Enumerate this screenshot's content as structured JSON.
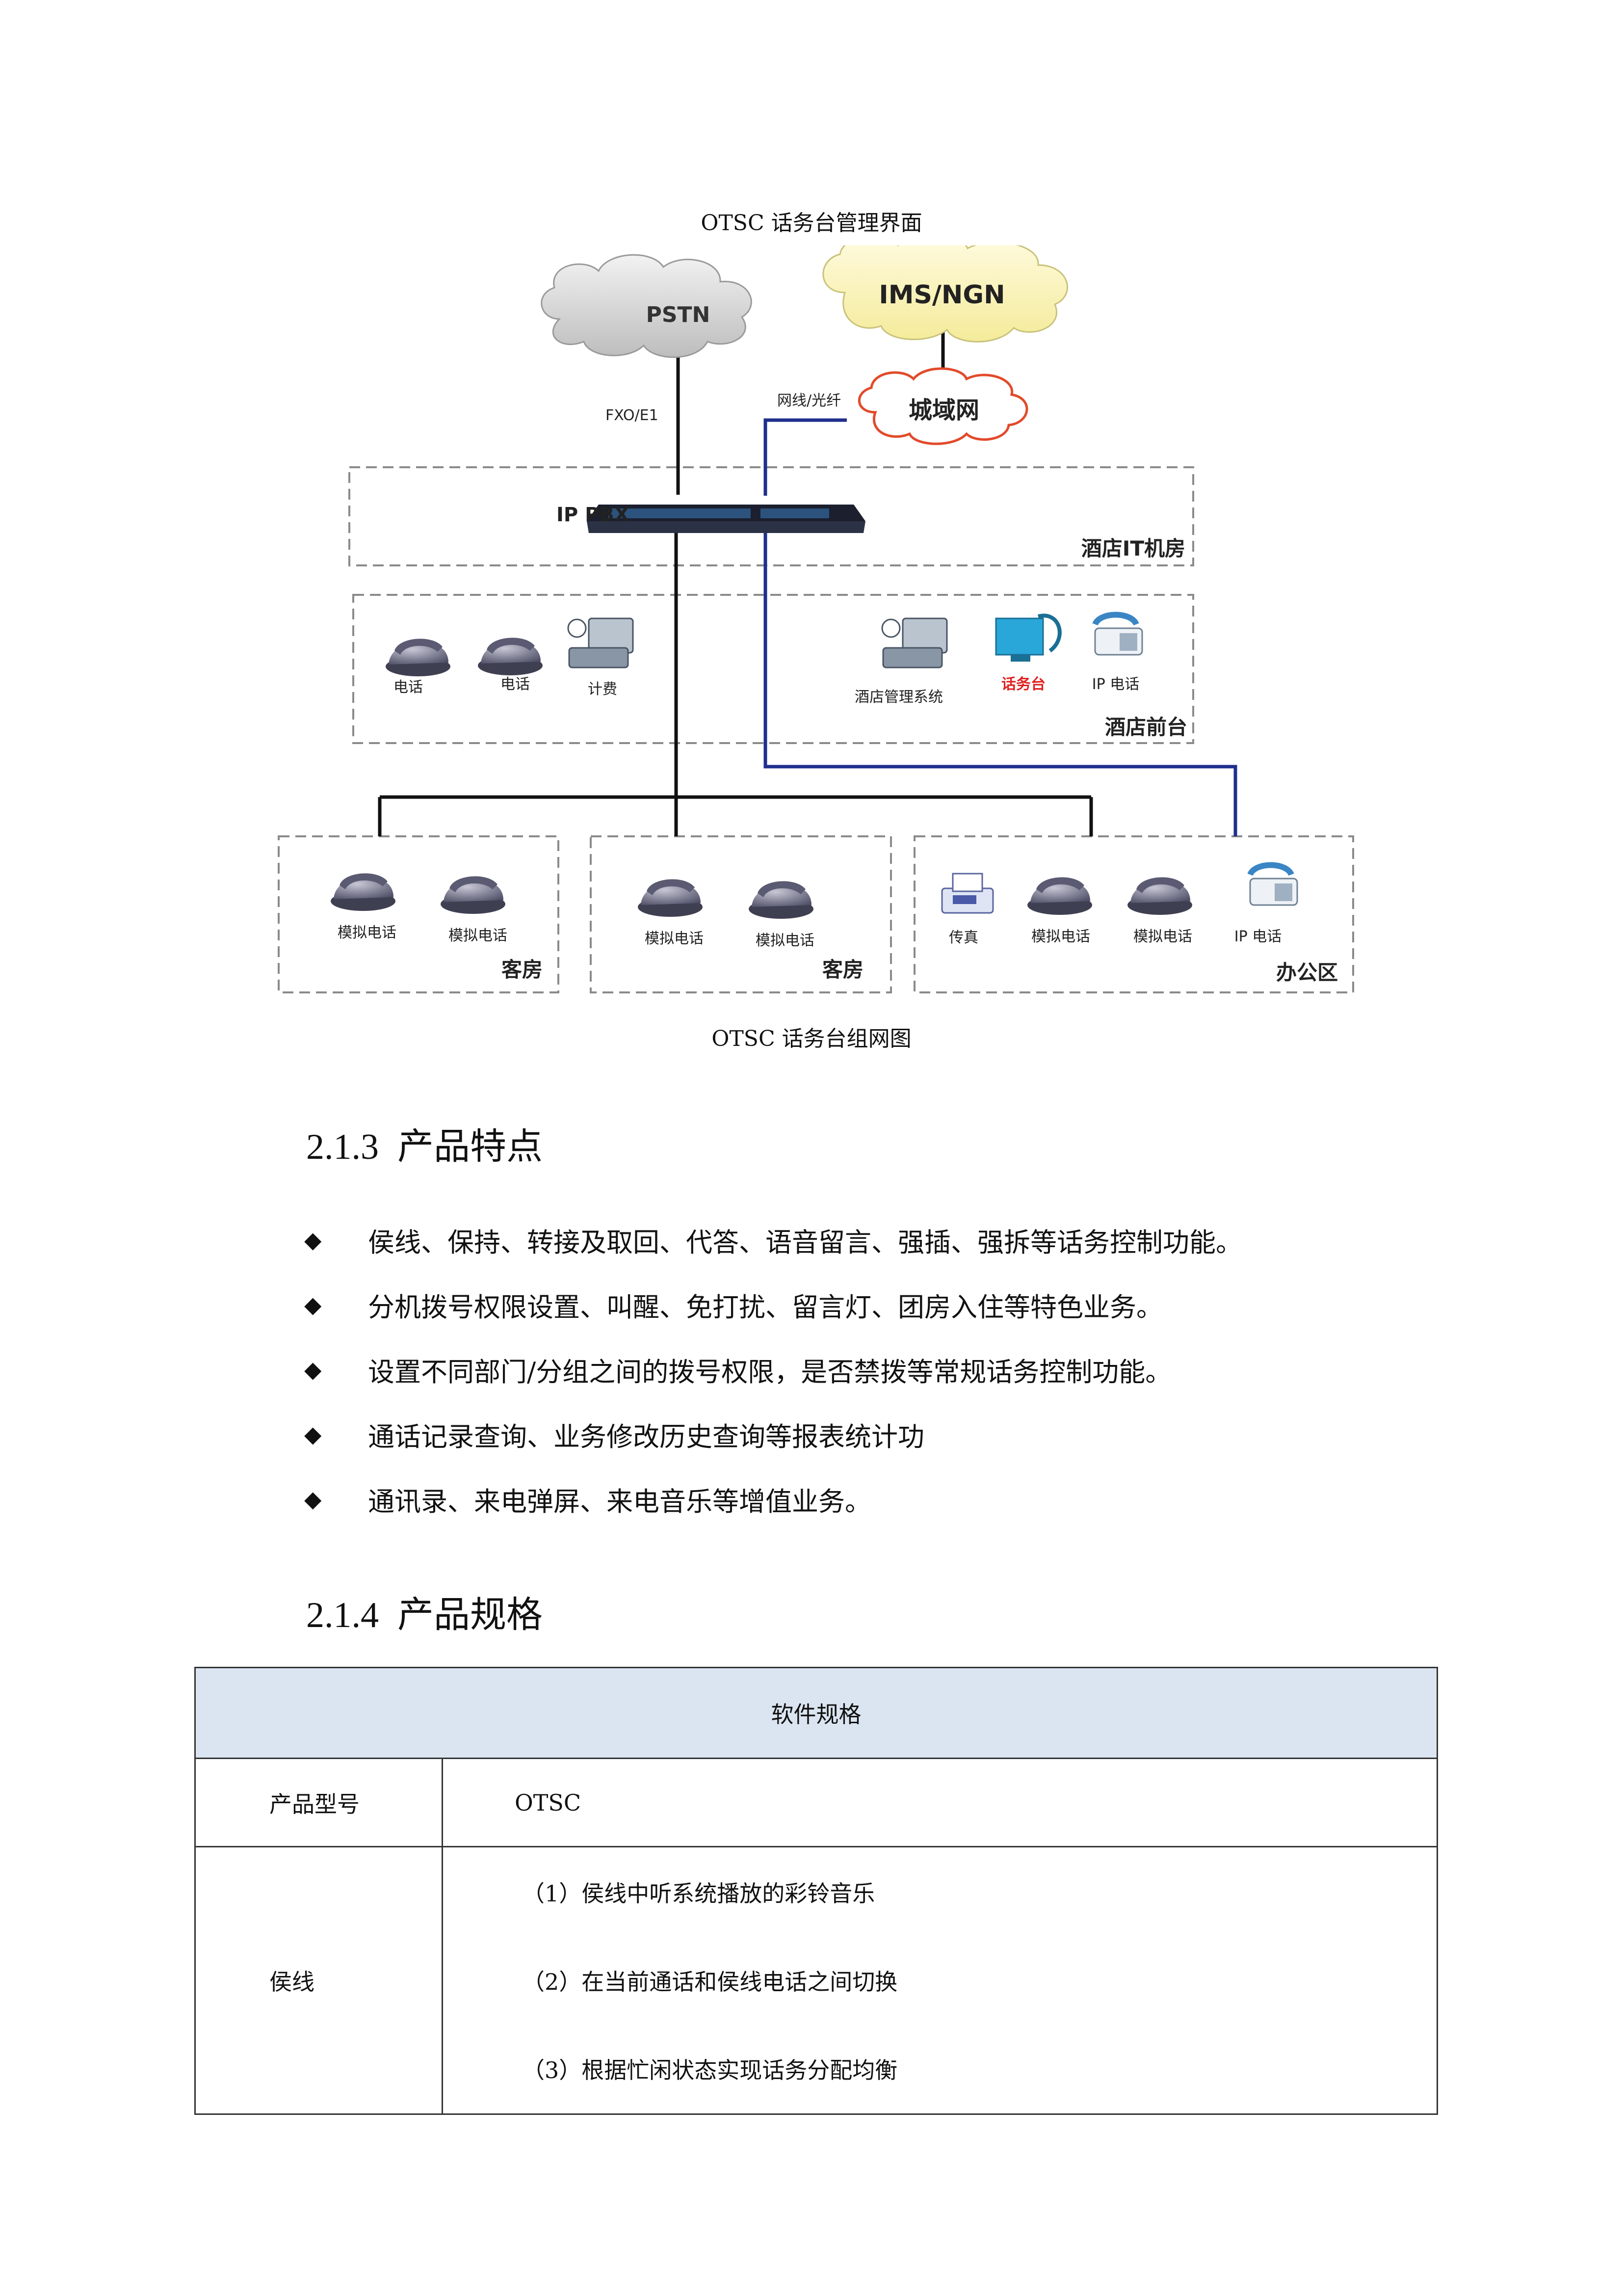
{
  "figure": {
    "top_caption": "OTSC 话务台管理界面",
    "bottom_caption": "OTSC 话务台组网图",
    "clouds": {
      "pstn": "PSTN",
      "ims": "IMS/NGN",
      "metro": "城域网"
    },
    "link_labels": {
      "fxo": "FXO/E1",
      "fiber": "网线/光纤"
    },
    "pbx_label": "IP PBX",
    "zones": {
      "it_room": "酒店IT机房",
      "front_desk": "酒店前台",
      "guest_room_1": "客房",
      "guest_room_2": "客房",
      "office": "办公区"
    },
    "devices": {
      "phone_a": "电话",
      "phone_b": "电话",
      "billing": "计费",
      "hms": "酒店管理系统",
      "console": "话务台",
      "ip_phone_front": "IP 电话",
      "analog_1": "模拟电话",
      "analog_2": "模拟电话",
      "analog_3": "模拟电话",
      "analog_4": "模拟电话",
      "fax": "传真",
      "analog_5": "模拟电话",
      "analog_6": "模拟电话",
      "ip_phone_office": "IP 电话"
    },
    "colors": {
      "black_link": "#111111",
      "blue_link": "#1f2f8c",
      "console_red": "#e02020"
    }
  },
  "section_213": {
    "number": "2.1.3",
    "title": "产品特点"
  },
  "features": [
    "侯线、保持、转接及取回、代答、语音留言、强插、强拆等话务控制功能。",
    "分机拨号权限设置、叫醒、免打扰、留言灯、团房入住等特色业务。",
    "设置不同部门/分组之间的拨号权限，是否禁拨等常规话务控制功能。",
    "通话记录查询、业务修改历史查询等报表统计功",
    "通讯录、来电弹屏、来电音乐等增值业务。"
  ],
  "bullet_symbol": "◆",
  "section_214": {
    "number": "2.1.4",
    "title": "产品规格"
  },
  "spec_table": {
    "header": "软件规格",
    "rows": [
      {
        "label": "产品型号",
        "values": [
          "OTSC"
        ]
      },
      {
        "label": "侯线",
        "values": [
          "（1）侯线中听系统播放的彩铃音乐",
          "（2）在当前通话和侯线电话之间切换",
          "（3）根据忙闲状态实现话务分配均衡"
        ]
      }
    ]
  }
}
